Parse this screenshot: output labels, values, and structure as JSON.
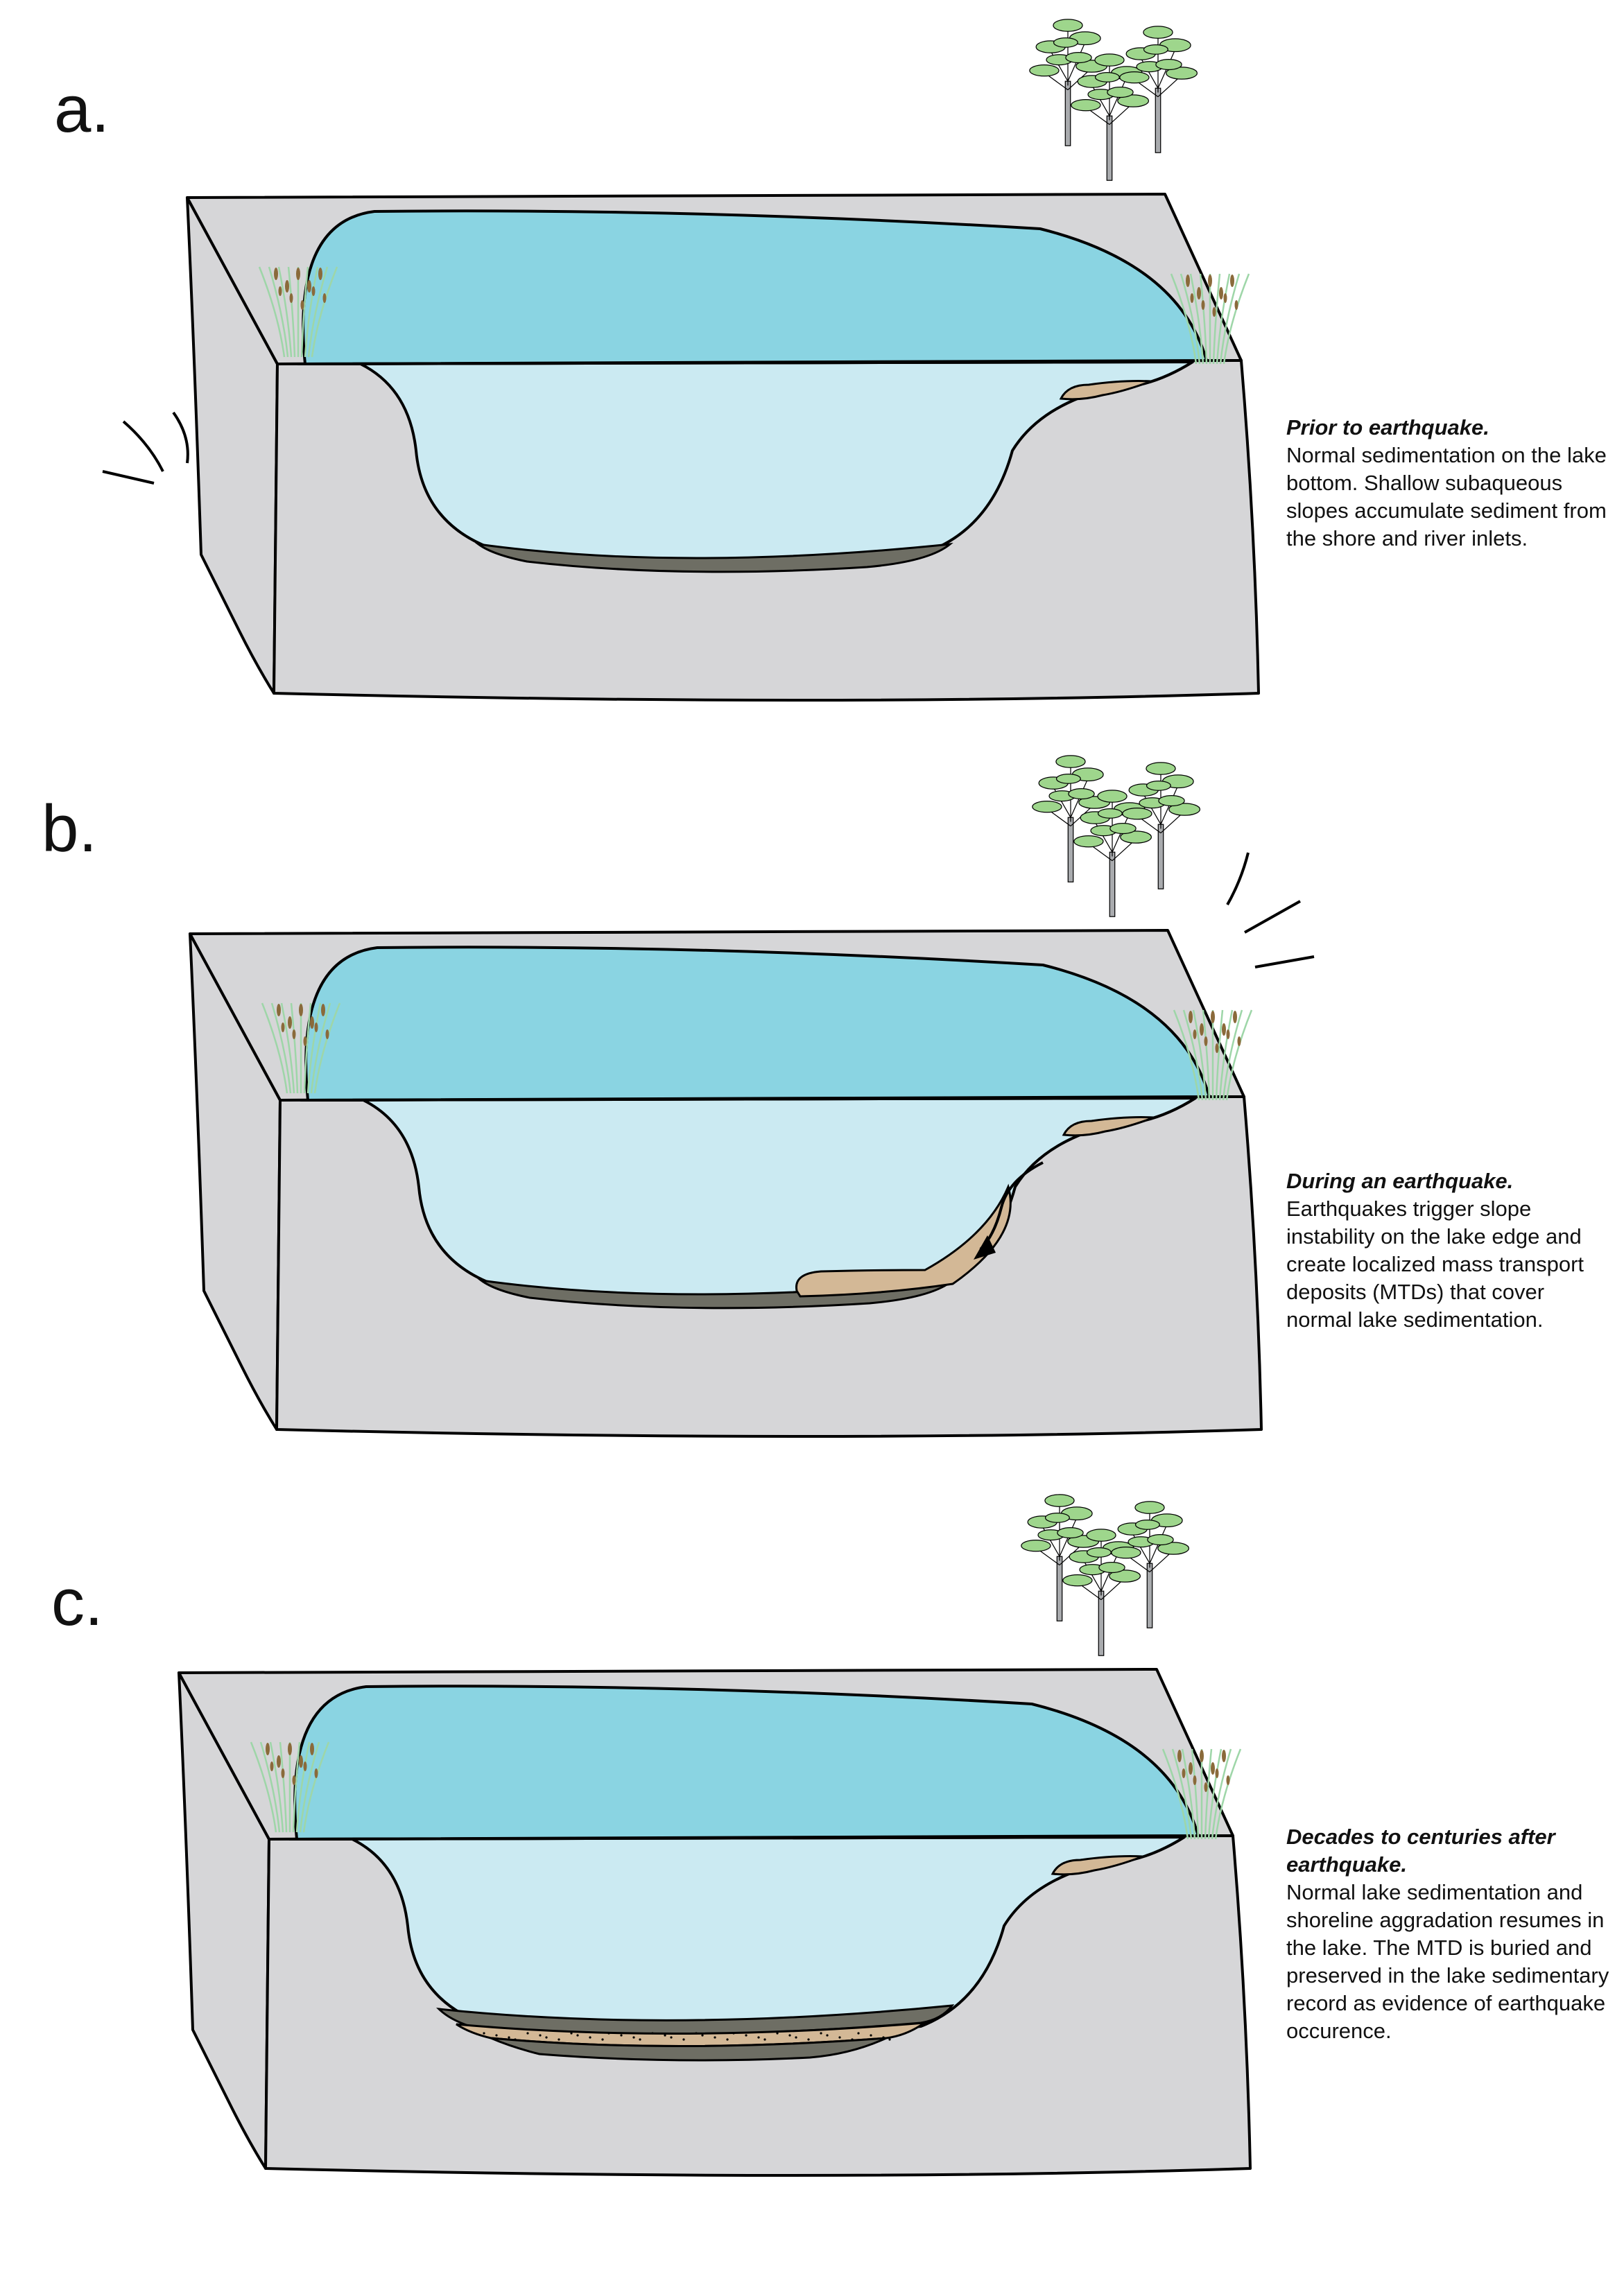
{
  "colors": {
    "block": "#d6d6d8",
    "lake_surface": "#8ad4e2",
    "lake_water": "#cbeaf2",
    "sediment_dark": "#6e6e64",
    "mtd": "#d3b896",
    "tree_leaf": "#9ed68c",
    "tree_trunk": "#a9abae",
    "reed": "#9ed6a8",
    "reed_head": "#8a6a3a",
    "outline": "#000000"
  },
  "panels": [
    {
      "letter": "a.",
      "caption_title": "Prior to earthquake.",
      "caption_body": "Normal sedimentation on the lake bottom. Shallow subaqueous slopes accumulate sediment from the shore and river inlets."
    },
    {
      "letter": "b.",
      "caption_title": "During an earthquake.",
      "caption_body": "Earthquakes trigger slope instability on the lake edge and create localized mass transport deposits (MTDs) that cover normal lake sedimentation."
    },
    {
      "letter": "c.",
      "caption_title": "Decades to centuries after earthquake.",
      "caption_body": "Normal lake sedimentation and shoreline aggradation resumes in the lake. The MTD is buried and preserved in the lake sedimentary record as evidence of earthquake occurence."
    }
  ]
}
